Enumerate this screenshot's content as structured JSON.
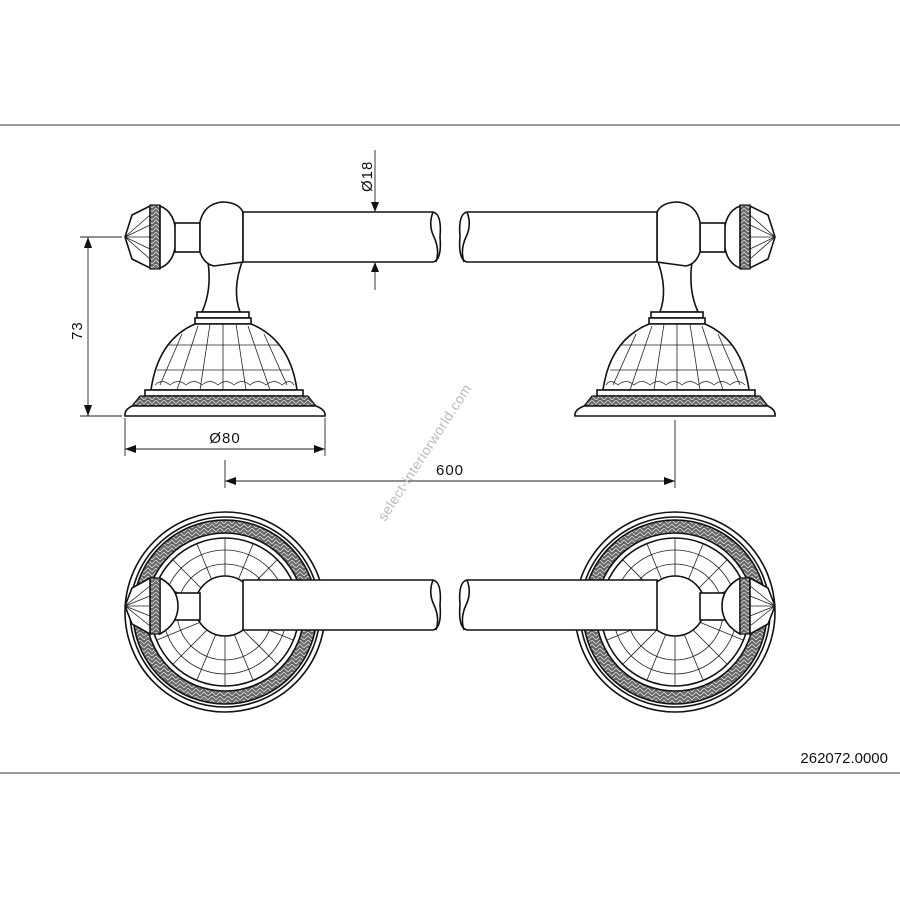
{
  "drawing": {
    "dimensions": {
      "bar_diameter": "Ø18",
      "height": "73",
      "base_diameter": "Ø80",
      "center_distance": "600"
    },
    "product_code": "262072.0000",
    "watermark": "select-interiorworld.com"
  }
}
